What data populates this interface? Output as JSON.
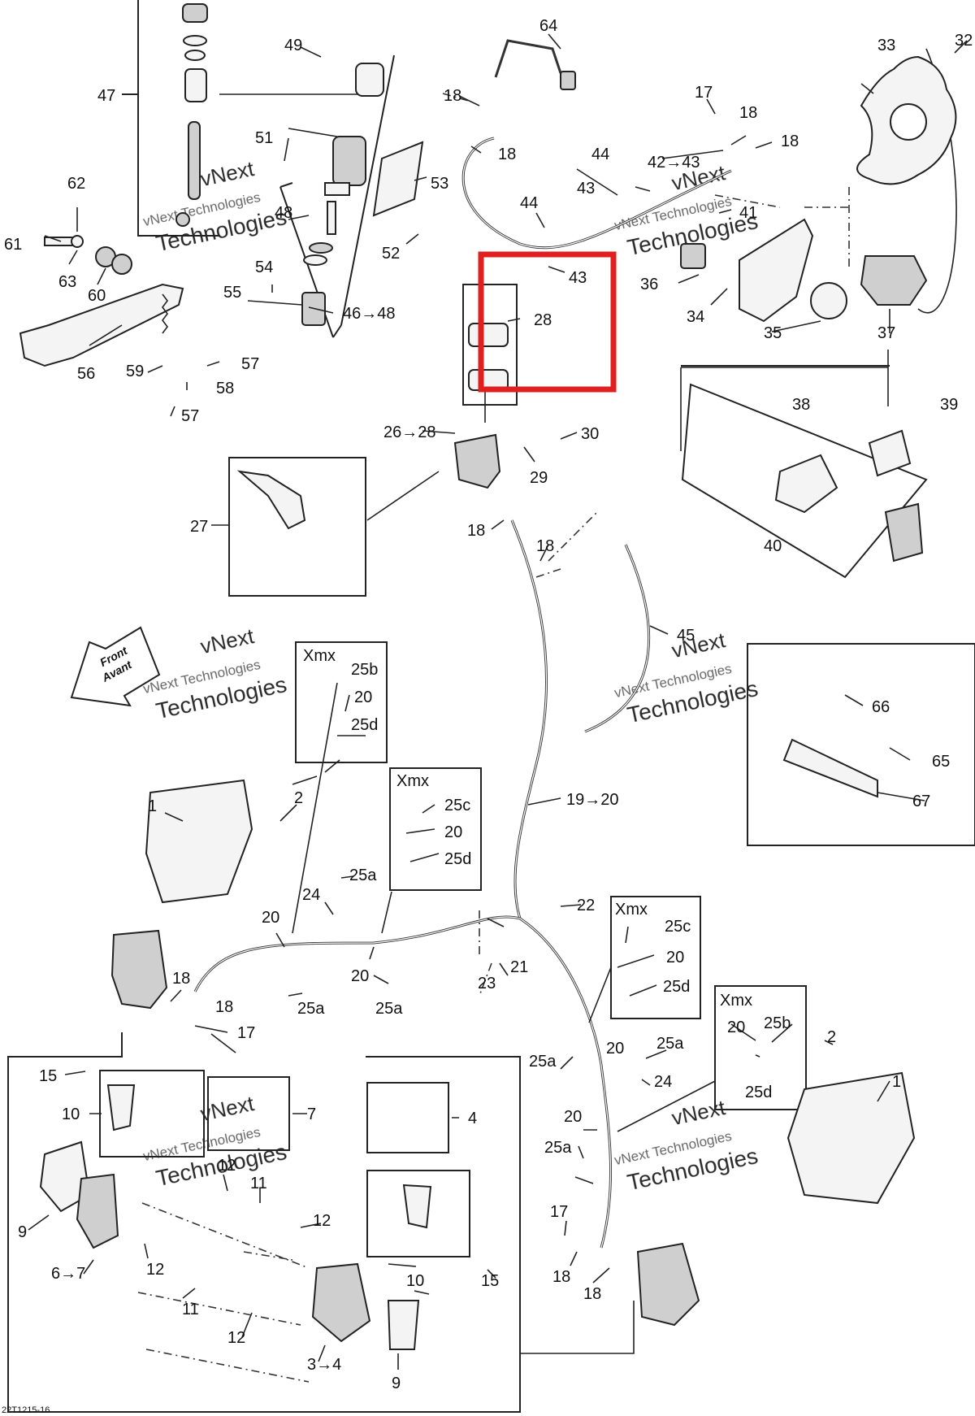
{
  "figure": {
    "code": "22T1215-16",
    "front_arrow": {
      "line1": "Front",
      "line2": "Avant"
    },
    "watermark": {
      "line1": "vNext",
      "line2": "vNext Technologies",
      "line3": "Technologies"
    },
    "callouts": [
      {
        "id": "c64",
        "text": "64"
      },
      {
        "id": "c49",
        "text": "49"
      },
      {
        "id": "c47",
        "text": "47"
      },
      {
        "id": "c51",
        "text": "51"
      },
      {
        "id": "c53",
        "text": "53"
      },
      {
        "id": "c48",
        "text": "48"
      },
      {
        "id": "c52",
        "text": "52"
      },
      {
        "id": "c62",
        "text": "62"
      },
      {
        "id": "c61",
        "text": "61"
      },
      {
        "id": "c63",
        "text": "63"
      },
      {
        "id": "c60",
        "text": "60"
      },
      {
        "id": "c54",
        "text": "54"
      },
      {
        "id": "c55",
        "text": "55"
      },
      {
        "id": "c46",
        "text": "46→48"
      },
      {
        "id": "c56",
        "text": "56"
      },
      {
        "id": "c59",
        "text": "59"
      },
      {
        "id": "c57a",
        "text": "57"
      },
      {
        "id": "c58",
        "text": "58"
      },
      {
        "id": "c57b",
        "text": "57"
      },
      {
        "id": "c18a",
        "text": "18"
      },
      {
        "id": "c18b",
        "text": "18"
      },
      {
        "id": "c44a",
        "text": "44"
      },
      {
        "id": "c44b",
        "text": "44"
      },
      {
        "id": "c43a",
        "text": "43"
      },
      {
        "id": "c43b",
        "text": "43"
      },
      {
        "id": "c42",
        "text": "42→43"
      },
      {
        "id": "c17a",
        "text": "17"
      },
      {
        "id": "c18c",
        "text": "18"
      },
      {
        "id": "c18d",
        "text": "18"
      },
      {
        "id": "c33",
        "text": "33"
      },
      {
        "id": "c32",
        "text": "32"
      },
      {
        "id": "c41",
        "text": "41"
      },
      {
        "id": "c36",
        "text": "36"
      },
      {
        "id": "c34",
        "text": "34"
      },
      {
        "id": "c35",
        "text": "35"
      },
      {
        "id": "c37",
        "text": "37"
      },
      {
        "id": "c28",
        "text": "28"
      },
      {
        "id": "c26",
        "text": "26→28"
      },
      {
        "id": "c30",
        "text": "30"
      },
      {
        "id": "c29",
        "text": "29"
      },
      {
        "id": "c27",
        "text": "27"
      },
      {
        "id": "c18e",
        "text": "18"
      },
      {
        "id": "c18f",
        "text": "18"
      },
      {
        "id": "c38",
        "text": "38"
      },
      {
        "id": "c39",
        "text": "39"
      },
      {
        "id": "c40",
        "text": "40"
      },
      {
        "id": "c45",
        "text": "45"
      },
      {
        "id": "c66",
        "text": "66"
      },
      {
        "id": "c65",
        "text": "65"
      },
      {
        "id": "c67",
        "text": "67"
      },
      {
        "id": "c19",
        "text": "19→20"
      },
      {
        "id": "cx1_title",
        "text": "Xmx"
      },
      {
        "id": "cx1_25b",
        "text": "25b"
      },
      {
        "id": "cx1_20",
        "text": "20"
      },
      {
        "id": "cx1_25d",
        "text": "25d"
      },
      {
        "id": "cx2_title",
        "text": "Xmx"
      },
      {
        "id": "cx2_25c",
        "text": "25c"
      },
      {
        "id": "cx2_20",
        "text": "20"
      },
      {
        "id": "cx2_25d",
        "text": "25d"
      },
      {
        "id": "cx3_title",
        "text": "Xmx"
      },
      {
        "id": "cx3_25c",
        "text": "25c"
      },
      {
        "id": "cx3_20",
        "text": "20"
      },
      {
        "id": "cx3_25d",
        "text": "25d"
      },
      {
        "id": "cx4_title",
        "text": "Xmx"
      },
      {
        "id": "cx4_20",
        "text": "20"
      },
      {
        "id": "cx4_25b",
        "text": "25b"
      },
      {
        "id": "cx4_25d",
        "text": "25d"
      },
      {
        "id": "c1a",
        "text": "1"
      },
      {
        "id": "c2a",
        "text": "2"
      },
      {
        "id": "c25a1",
        "text": "25a"
      },
      {
        "id": "c24a",
        "text": "24"
      },
      {
        "id": "c20a",
        "text": "20"
      },
      {
        "id": "c22",
        "text": "22"
      },
      {
        "id": "c20b",
        "text": "20"
      },
      {
        "id": "c25a2",
        "text": "25a"
      },
      {
        "id": "c25a3",
        "text": "25a"
      },
      {
        "id": "c21",
        "text": "21"
      },
      {
        "id": "c23",
        "text": "23"
      },
      {
        "id": "c18g",
        "text": "18"
      },
      {
        "id": "c18h",
        "text": "18"
      },
      {
        "id": "c17b",
        "text": "17"
      },
      {
        "id": "c25a4",
        "text": "25a"
      },
      {
        "id": "c20c",
        "text": "20"
      },
      {
        "id": "c25a5",
        "text": "25a"
      },
      {
        "id": "c24b",
        "text": "24"
      },
      {
        "id": "c20d",
        "text": "20"
      },
      {
        "id": "c25a6",
        "text": "25a"
      },
      {
        "id": "c2b",
        "text": "2"
      },
      {
        "id": "c1b",
        "text": "1"
      },
      {
        "id": "c15a",
        "text": "15"
      },
      {
        "id": "c10a",
        "text": "10"
      },
      {
        "id": "c7",
        "text": "7"
      },
      {
        "id": "c4",
        "text": "4"
      },
      {
        "id": "c12a",
        "text": "12"
      },
      {
        "id": "c11a",
        "text": "11"
      },
      {
        "id": "c9a",
        "text": "9"
      },
      {
        "id": "c12b",
        "text": "12"
      },
      {
        "id": "c6",
        "text": "6→7"
      },
      {
        "id": "c12c",
        "text": "12"
      },
      {
        "id": "c11b",
        "text": "11"
      },
      {
        "id": "c12d",
        "text": "12"
      },
      {
        "id": "c10b",
        "text": "10"
      },
      {
        "id": "c15b",
        "text": "15"
      },
      {
        "id": "c3",
        "text": "3→4"
      },
      {
        "id": "c9b",
        "text": "9"
      },
      {
        "id": "c17c",
        "text": "17"
      },
      {
        "id": "c18i",
        "text": "18"
      },
      {
        "id": "c18j",
        "text": "18"
      }
    ]
  },
  "colors": {
    "highlight": "#e02020",
    "line": "#222222",
    "watermark": "#c8c8c8"
  }
}
